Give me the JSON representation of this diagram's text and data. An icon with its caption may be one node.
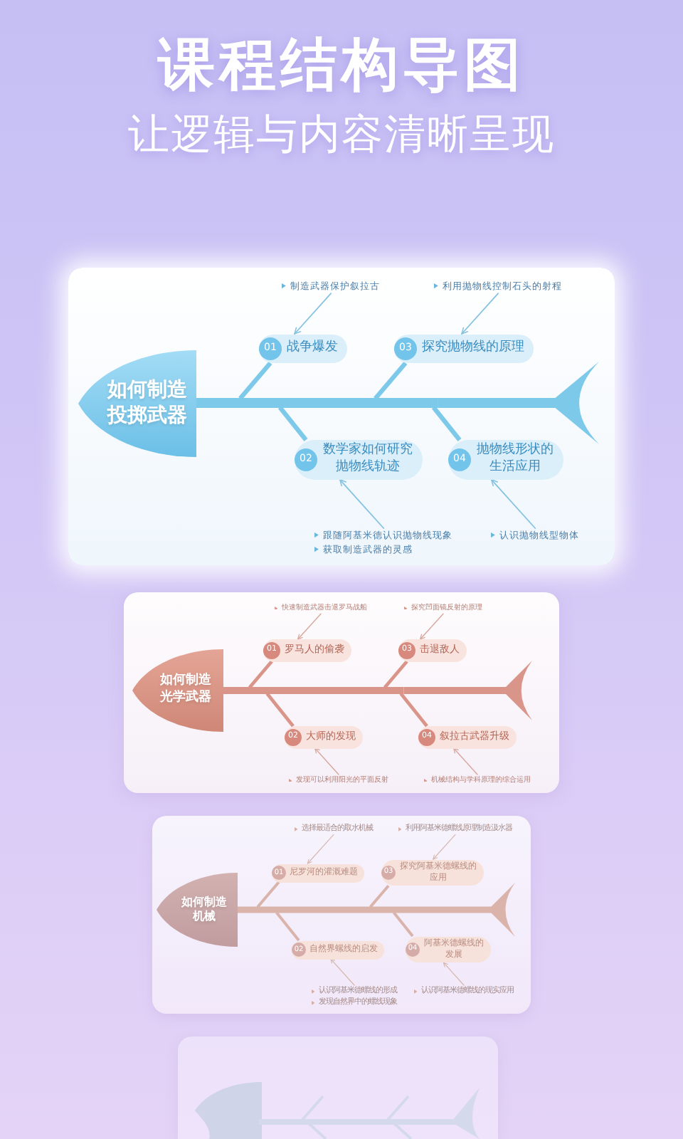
{
  "diagram": {
    "title": "课程结构导图",
    "nodes": [
      {
        "text": [
          "制造武器保护叙拉古"
        ]
      },
      {
        "text": [
          "利用抛物线控制石头的射程"
        ]
      },
      {
        "text": [
          "01",
          "战争爆发"
        ]
      },
      {
        "text": [
          "03",
          "探究抛物线的原理"
        ]
      },
      {
        "text": [
          "如何制造投掷武器"
        ]
      },
      {
        "text": [
          "02",
          "数学家如何研究抛物线轨迹"
        ]
      },
      {
        "text": [
          "04",
          "抛物线形状的生活应用"
        ]
      },
      {
        "text": [
          "跟随阿基米德认识抛物线现象",
          "获取制造武器的灵感"
        ]
      },
      {
        "text": [
          "认识抛物线型物体"
        ]
      },
      {
        "text": [
          "快速制造武器击退罗马战船"
        ]
      },
      {
        "text": [
          "探究凹面镜反射的原理"
        ]
      },
      {
        "text": [
          "01",
          "罗马人的偷袭"
        ]
      },
      {
        "text": [
          "03",
          "击退敌人"
        ]
      },
      {
        "text": [
          "如何制造光学武器"
        ]
      },
      {
        "text": [
          "02",
          "大师的发现"
        ]
      },
      {
        "text": [
          "04",
          "叙拉古武器升级"
        ]
      },
      {
        "text": [
          "发现可以利用阳光的平面反射"
        ]
      },
      {
        "text": [
          "机械结构与学科原理的综合运用"
        ]
      },
      {
        "text": [
          "选择最适合的取水机械"
        ]
      },
      {
        "text": [
          "利用阿基米德螺线原理制造汲水器"
        ]
      },
      {
        "text": [
          "01",
          "尼罗河的灌溉难题"
        ]
      },
      {
        "text": [
          "03",
          "探究阿基米德螺线的应用"
        ]
      },
      {
        "text": [
          "如何制造机械"
        ]
      },
      {
        "text": [
          "02",
          "自然界螺线的启发"
        ]
      },
      {
        "text": [
          "04",
          "阿基米德螺线的发展"
        ]
      },
      {
        "text": [
          "认识阿基米德螺线的形成",
          "发现自然界中的螺线现象"
        ]
      },
      {
        "text": [
          "认识阿基米德螺线的现实应用"
        ]
      }
    ],
    "edges": [
      {
        "from": 2,
        "to": 4,
        "arrow": "none",
        "style": "thick",
        "color": "#7dc9ea"
      },
      {
        "from": 3,
        "to": 4,
        "arrow": "none",
        "style": "thick",
        "color": "#7dc9ea"
      },
      {
        "from": 5,
        "to": 4,
        "arrow": "none",
        "style": "thick",
        "color": "#7dc9ea"
      },
      {
        "from": 6,
        "to": 4,
        "arrow": "none",
        "style": "thick",
        "color": "#7dc9ea"
      },
      {
        "from": 0,
        "to": 2,
        "arrow": "to",
        "color": "#86c3e2"
      },
      {
        "from": 1,
        "to": 3,
        "arrow": "to",
        "color": "#86c3e2"
      },
      {
        "from": 7,
        "to": 5,
        "arrow": "to",
        "color": "#86c3e2"
      },
      {
        "from": 8,
        "to": 6,
        "arrow": "to",
        "color": "#86c3e2"
      },
      {
        "from": 11,
        "to": 13,
        "arrow": "none",
        "style": "thick",
        "color": "#d9958a"
      },
      {
        "from": 12,
        "to": 13,
        "arrow": "none",
        "style": "thick",
        "color": "#d9958a"
      },
      {
        "from": 14,
        "to": 13,
        "arrow": "none",
        "style": "thick",
        "color": "#d9958a"
      },
      {
        "from": 15,
        "to": 13,
        "arrow": "none",
        "style": "thick",
        "color": "#d9958a"
      },
      {
        "from": 9,
        "to": 11,
        "arrow": "to",
        "color": "#d8a79d"
      },
      {
        "from": 10,
        "to": 12,
        "arrow": "to",
        "color": "#d8a79d"
      },
      {
        "from": 16,
        "to": 14,
        "arrow": "to",
        "color": "#d8a79d"
      },
      {
        "from": 17,
        "to": 15,
        "arrow": "to",
        "color": "#d8a79d"
      },
      {
        "from": 20,
        "to": 22,
        "arrow": "none",
        "style": "thick",
        "color": "#dab4aa"
      },
      {
        "from": 21,
        "to": 22,
        "arrow": "none",
        "style": "thick",
        "color": "#dab4aa"
      },
      {
        "from": 23,
        "to": 22,
        "arrow": "none",
        "style": "thick",
        "color": "#dab4aa"
      },
      {
        "from": 24,
        "to": 22,
        "arrow": "none",
        "style": "thick",
        "color": "#dab4aa"
      },
      {
        "from": 18,
        "to": 20,
        "arrow": "to",
        "color": "#d6b8b0"
      },
      {
        "from": 19,
        "to": 21,
        "arrow": "to",
        "color": "#d6b8b0"
      },
      {
        "from": 25,
        "to": 23,
        "arrow": "to",
        "color": "#d6b8b0"
      },
      {
        "from": 26,
        "to": 24,
        "arrow": "to",
        "color": "#d6b8b0"
      }
    ],
    "labels": [
      "让逻辑与内容清晰呈现"
    ]
  }
}
